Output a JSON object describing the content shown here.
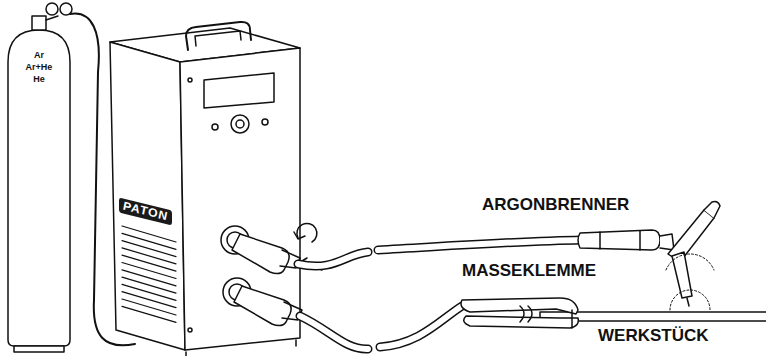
{
  "diagram": {
    "labels": [
      "Ar",
      "Ar+He",
      "He",
      "PATON",
      "ARGONBRENNER",
      "MASSEKLEMME",
      "WERKSTÜCK"
    ]
  }
}
